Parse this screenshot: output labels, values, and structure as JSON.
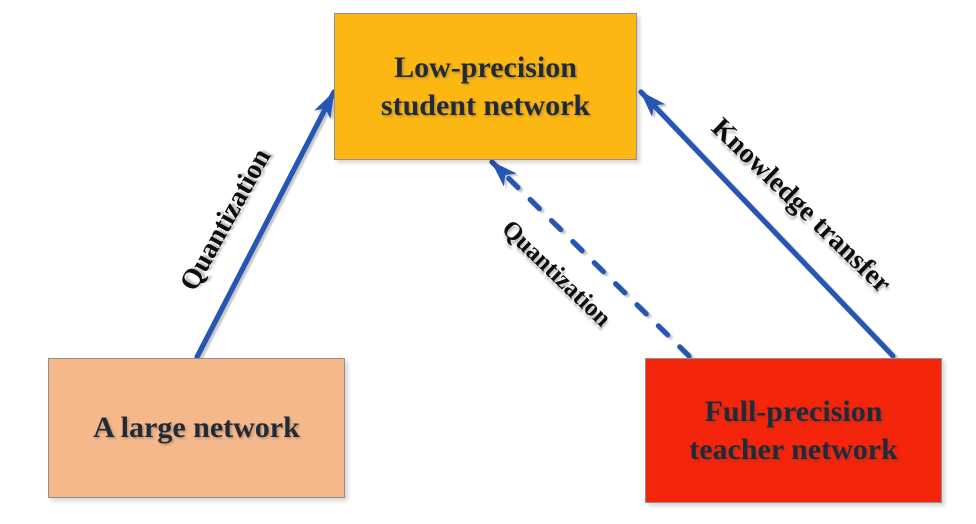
{
  "nodes": {
    "student": {
      "label": "Low-precision\nstudent network"
    },
    "large": {
      "label": "A large network"
    },
    "teacher": {
      "label": "Full-precision\nteacher network"
    }
  },
  "edges": {
    "quantization_left": {
      "label": "Quantization",
      "style": "solid",
      "from": "large",
      "to": "student"
    },
    "quantization_middle": {
      "label": "Quantization",
      "style": "dashed",
      "from": "teacher",
      "to": "student"
    },
    "knowledge_transfer": {
      "label": "Knowledge transfer",
      "style": "solid",
      "from": "teacher",
      "to": "student"
    }
  },
  "colors": {
    "background": "#ffffff",
    "arrow": "#2856B4",
    "node_text": "#222A38",
    "label_text": "#0D0D0D",
    "student_fill": "#FDB713",
    "large_fill": "#F5B88A",
    "teacher_fill": "#F4250B",
    "box_border": "#8F8F8F"
  }
}
